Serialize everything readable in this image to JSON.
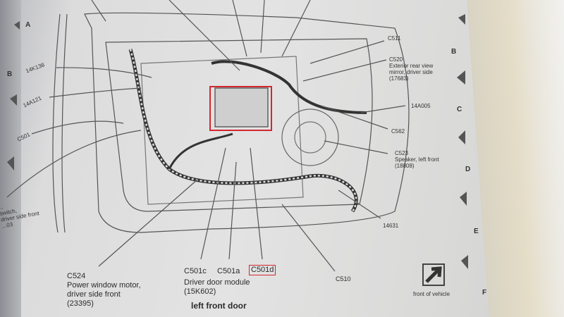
{
  "diagram": {
    "title": "left front door",
    "zones": [
      "A",
      "B",
      "C",
      "D",
      "E",
      "F"
    ],
    "callouts_right": [
      {
        "id": "c511",
        "text": "C511"
      },
      {
        "id": "c520",
        "lines": [
          "C520",
          "Exterior rear view",
          "mirror, driver side",
          "(17683)"
        ]
      },
      {
        "id": "14a005",
        "text": "14A005"
      },
      {
        "id": "c562",
        "text": "C562"
      },
      {
        "id": "c523",
        "lines": [
          "C523",
          "Speaker, left front",
          "(18808)"
        ]
      },
      {
        "id": "14631",
        "text": "14631"
      },
      {
        "id": "c510",
        "text": "C510"
      }
    ],
    "callouts_left": [
      {
        "id": "14k138",
        "text": "14K138"
      },
      {
        "id": "14a121",
        "text": "14A121"
      },
      {
        "id": "c501",
        "text": "C501"
      },
      {
        "id": "switch",
        "lines": [
          "...",
          "switch,",
          "driver side front",
          "...03"
        ]
      }
    ],
    "callouts_bottom": {
      "c524": [
        "C524",
        "Power window motor,",
        "driver side front",
        "(23395)"
      ],
      "c501c": "C501c",
      "c501a": "C501a",
      "c501d": "C501d",
      "module": [
        "Driver door module",
        "(15K602)"
      ]
    },
    "front_label": "front of vehicle",
    "highlight_color": "#d2272e"
  }
}
